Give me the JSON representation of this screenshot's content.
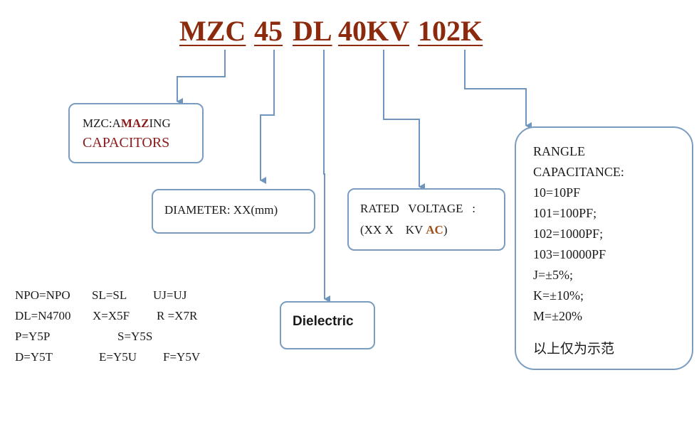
{
  "model_code": {
    "series": "MZC",
    "diameter": "45",
    "dielectric": "DL",
    "voltage": "40KV",
    "capacitance": "102K"
  },
  "series_box": {
    "line1_prefix": "MZC:A",
    "line1_bold": "MAZ",
    "line1_suffix": "ING",
    "line2": "CAPACITORS"
  },
  "diameter_box": {
    "text": "DIAMETER: XX(mm)"
  },
  "voltage_box": {
    "line1": "RATED   VOLTAGE   :",
    "line2_prefix": "(XX X    KV ",
    "line2_ac": "AC",
    "line2_suffix": ")"
  },
  "dielectric_box": {
    "text": "Dielectric"
  },
  "capacitance_box": {
    "lines": [
      "RANGLE",
      "CAPACITANCE:",
      "10=10PF",
      "101=100PF;",
      "102=1000PF;",
      "103=10000PF",
      "J=±5%;",
      "K=±10%;",
      "M=±20%"
    ],
    "note": "以上仅为示范"
  },
  "dielectric_codes": [
    [
      "NPO=NPO",
      "SL=SL",
      "UJ=UJ"
    ],
    [
      "DL=N4700",
      "X=X5F",
      "R =X7R"
    ],
    [
      "P=Y5P",
      "S=Y5S",
      ""
    ],
    [
      "D=Y5T",
      "E=Y5U",
      "F=Y5V"
    ]
  ],
  "colors": {
    "code": "#8b2a0d",
    "border": "#7a9cc0",
    "connector": "#6f94bd"
  }
}
